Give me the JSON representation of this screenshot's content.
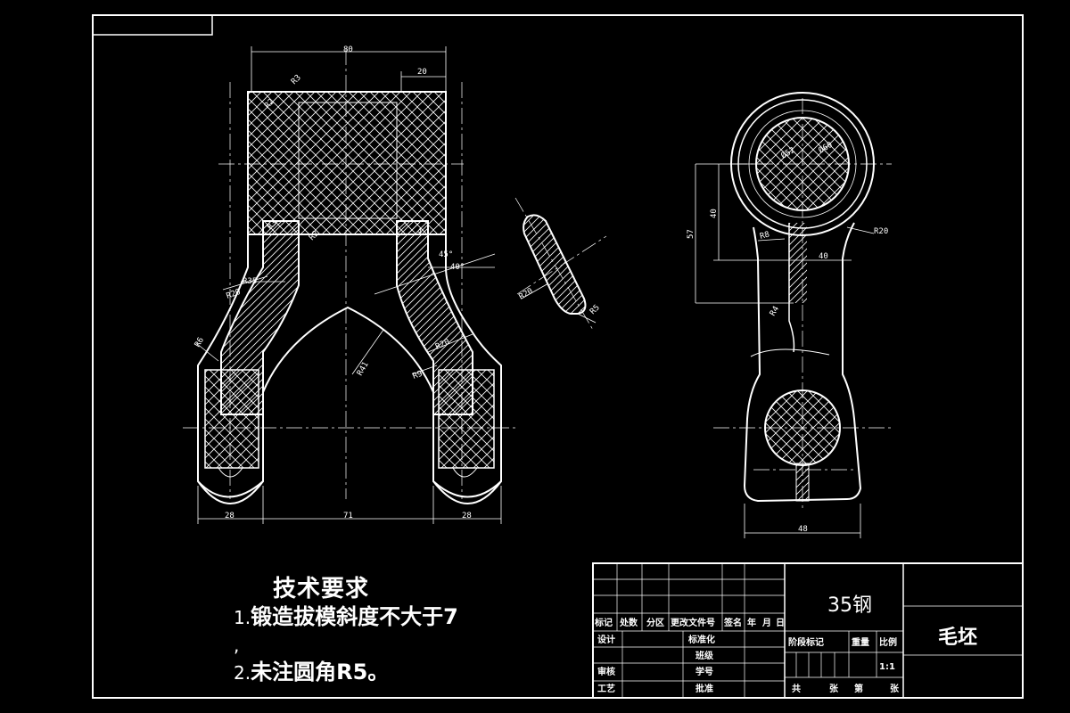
{
  "technical_requirements": {
    "title": "技术要求",
    "items": [
      {
        "num": "1.",
        "text": "锻造拔模斜度不大于7"
      },
      {
        "num": ",",
        "text": ""
      },
      {
        "num": "2.",
        "text": "未注圆角R5。"
      }
    ]
  },
  "title_block": {
    "material": "35钢",
    "drawing_name": "毛坯",
    "scale": "1:1",
    "headers": [
      "标记",
      "处数",
      "分区",
      "更改文件号",
      "签名",
      "年",
      "月",
      "日"
    ],
    "rows_left": [
      "设计",
      "审核",
      "工艺"
    ],
    "rows_mid": [
      "标准化",
      "班级",
      "学号",
      "批准"
    ],
    "stage_headers": [
      "阶段标记",
      "重量",
      "比例"
    ],
    "sheet_text": [
      "共",
      "张",
      "第",
      "张"
    ]
  },
  "dimensions": {
    "front": [
      "80",
      "20",
      "R3",
      "R2",
      "R3",
      "R2",
      "R35",
      "R20",
      "R6",
      "4",
      "45°",
      "40°",
      "R41",
      "R20",
      "R9",
      "28",
      "71",
      "28"
    ],
    "section": [
      "R20",
      "R5"
    ],
    "side": [
      "Ø52",
      "Ø60",
      "40",
      "57",
      "R8",
      "40",
      "R20",
      "R4",
      "48"
    ]
  },
  "colors": {
    "background": "#000000",
    "line": "#ffffff"
  }
}
